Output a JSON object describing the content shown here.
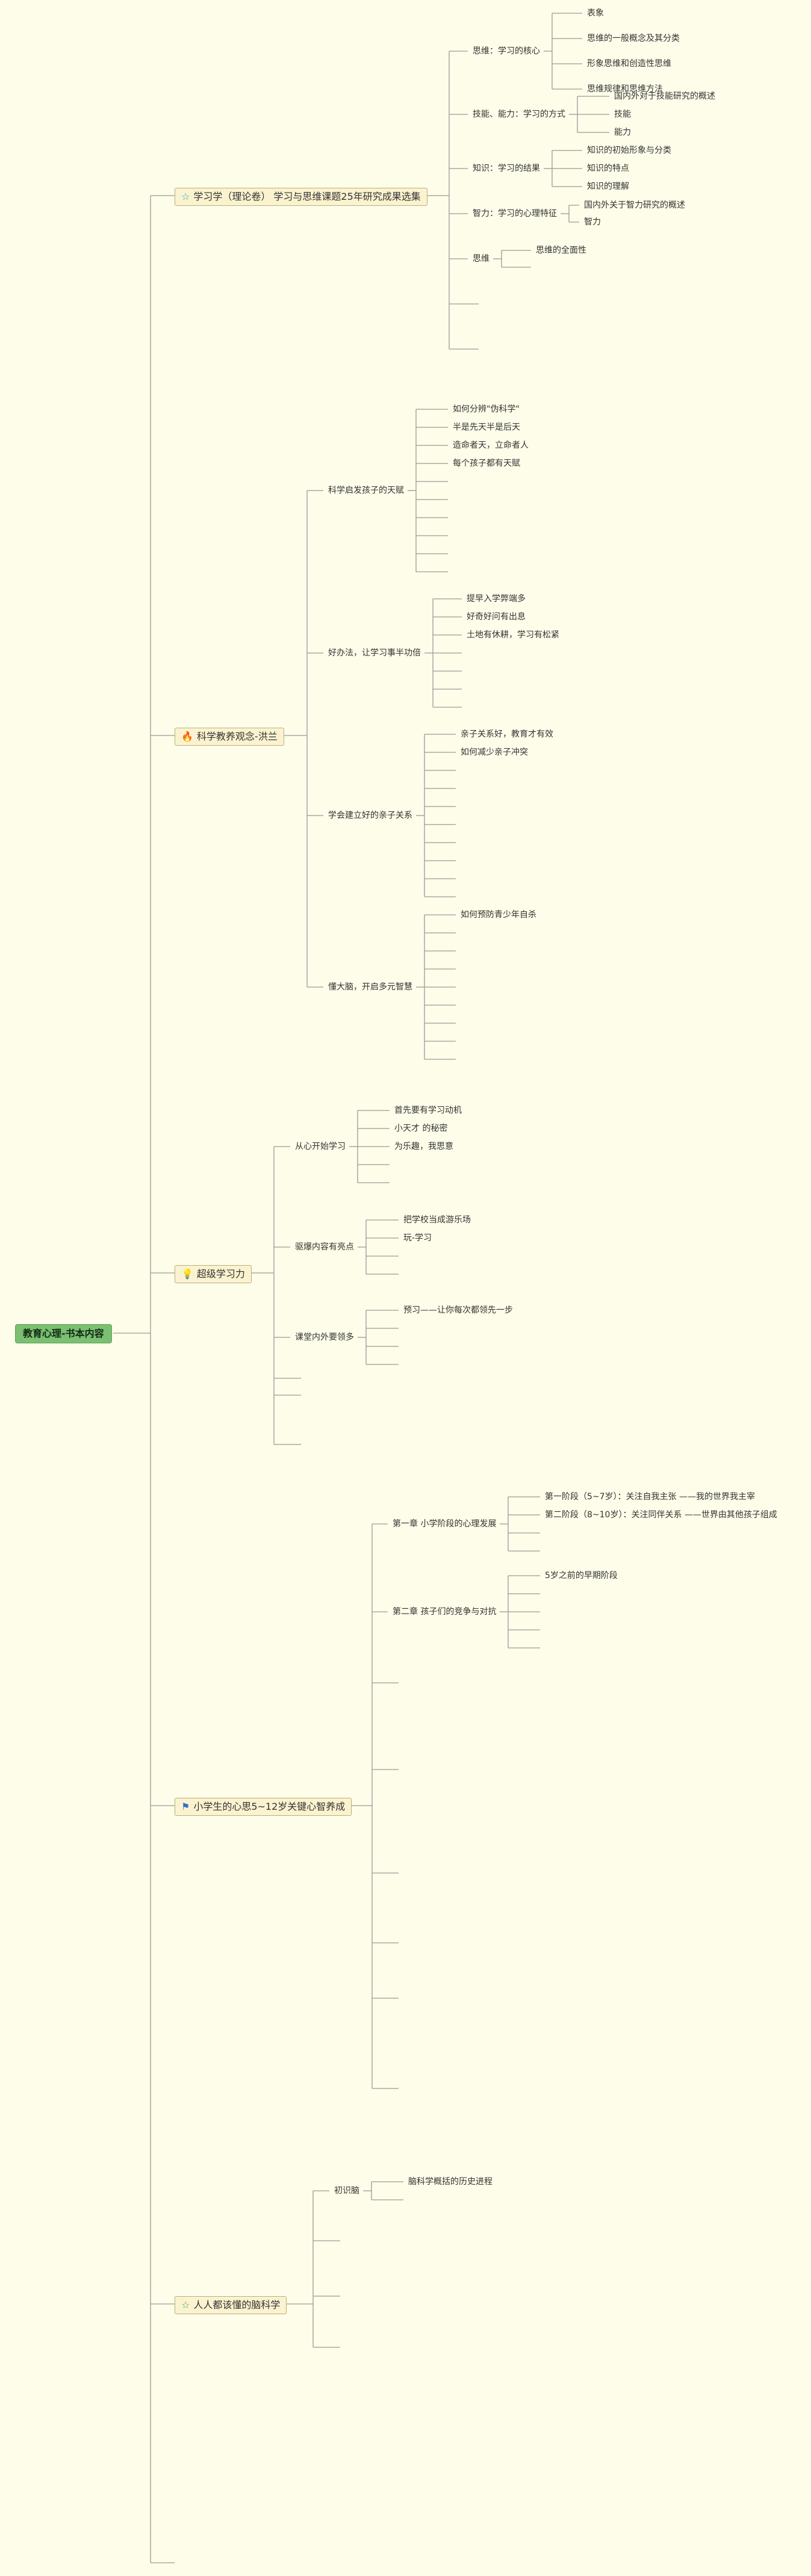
{
  "colors": {
    "background": "#fdfde9",
    "root_fill": "#7bbf72",
    "topic_fill": "#fbf3cf",
    "line": "#9a9a9a"
  },
  "root": {
    "label": "教育心理-书本内容"
  },
  "topics": [
    {
      "label": "学习学（理论卷） 学习与思维课题25年研究成果选集",
      "icon": "star-outline-icon",
      "children": [
        {
          "label": "思维：学习的核心",
          "children": [
            "表象",
            "思维的一般概念及其分类",
            "形象思维和创造性思维",
            "思维规律和思维方法"
          ]
        },
        {
          "label": "技能、能力：学习的方式",
          "children": [
            "国内外对于技能研究的概述",
            "技能",
            "能力"
          ]
        },
        {
          "label": "知识：学习的结果",
          "children": [
            "知识的初始形象与分类",
            "知识的特点",
            "知识的理解"
          ]
        },
        {
          "label": "智力：学习的心理特征",
          "children": [
            "国内外关于智力研究的概述",
            "智力"
          ]
        },
        {
          "label": "思维",
          "children": [
            "思维的全面性",
            ""
          ]
        },
        {
          "label": "",
          "children": []
        },
        {
          "label": "",
          "children": []
        }
      ]
    },
    {
      "label": "科学教养观念-洪兰",
      "icon": "fire-icon",
      "children": [
        {
          "label": "科学启发孩子的天赋",
          "children": [
            "如何分辨\"伪科学\"",
            "半是先天半是后天",
            "造命者天，立命者人",
            "每个孩子都有天赋",
            "",
            "",
            "",
            "",
            "",
            ""
          ]
        },
        {
          "label": "好办法，让学习事半功倍",
          "children": [
            "提早入学弊端多",
            "好奇好问有出息",
            "土地有休耕，学习有松紧",
            "",
            "",
            "",
            ""
          ]
        },
        {
          "label": "学会建立好的亲子关系",
          "children": [
            "亲子关系好，教育才有效",
            "如何减少亲子冲突",
            "",
            "",
            "",
            "",
            "",
            "",
            "",
            ""
          ]
        },
        {
          "label": "懂大脑，开启多元智慧",
          "children": [
            "如何预防青少年自杀",
            "",
            "",
            "",
            "",
            "",
            "",
            "",
            ""
          ]
        }
      ]
    },
    {
      "label": "超级学习力",
      "icon": "bulb-icon",
      "children": [
        {
          "label": "从心开始学习",
          "children": [
            "首先要有学习动机",
            "小天才 的秘密",
            "为乐趣，我思意",
            "",
            ""
          ]
        },
        {
          "label": "驱爆内容有亮点",
          "children": [
            "把学校当成游乐场",
            "玩-学习",
            "",
            ""
          ]
        },
        {
          "label": "课堂内外要领多",
          "children": [
            "预习——让你每次都领先一步",
            "",
            "",
            ""
          ]
        },
        {
          "label": "",
          "children": []
        },
        {
          "label": "",
          "children": []
        },
        {
          "label": "",
          "children": []
        }
      ]
    },
    {
      "label": "小学生的心思5~12岁关键心智养成",
      "icon": "flag-icon",
      "children": [
        {
          "label": "第一章 小学阶段的心理发展",
          "children": [
            "第一阶段（5~7岁）：关注自我主张 ——我的世界我主宰",
            "第二阶段（8~10岁）：关注同伴关系 ——世界由其他孩子组成",
            "",
            ""
          ]
        },
        {
          "label": "第二章 孩子们的竞争与对抗",
          "children": [
            "5岁之前的早期阶段",
            "",
            "",
            "",
            ""
          ]
        },
        {
          "label": "",
          "children": []
        },
        {
          "label": "",
          "children": []
        },
        {
          "label": "",
          "children": []
        },
        {
          "label": "",
          "children": []
        },
        {
          "label": "",
          "children": []
        },
        {
          "label": "",
          "children": []
        }
      ]
    },
    {
      "label": "人人都该懂的脑科学",
      "icon": "star-outline-icon",
      "children": [
        {
          "label": "初识脑",
          "children": [
            "脑科学概括的历史进程",
            ""
          ]
        },
        {
          "label": "",
          "children": []
        },
        {
          "label": "",
          "children": []
        },
        {
          "label": "",
          "children": []
        }
      ]
    }
  ]
}
